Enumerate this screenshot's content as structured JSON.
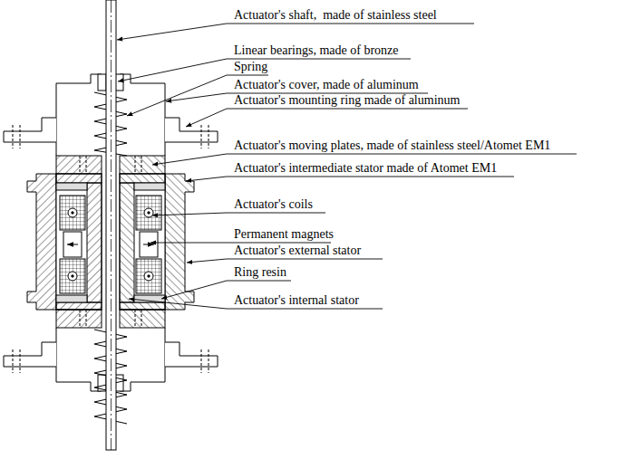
{
  "diagram": {
    "labels": [
      "Actuator's shaft,  made of stainless steel",
      "Linear bearings, made of bronze",
      "Spring",
      "Actuator's cover, made of aluminum",
      "Actuator's mounting ring made of aluminum",
      "Actuator's moving plates, made of stainless steel/Atomet EM1",
      "Actuator's intermediate stator made of Atomet EM1",
      "Actuator's coils",
      "Permanent magnets",
      "Actuator's external stator",
      "Ring resin",
      "Actuator's internal stator"
    ]
  }
}
